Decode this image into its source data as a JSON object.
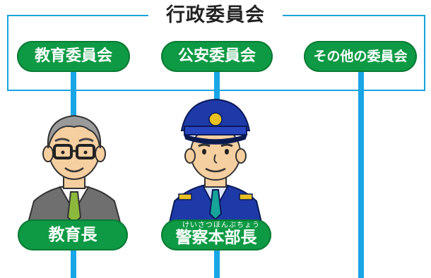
{
  "title": "行政委員会",
  "committees": [
    {
      "label": "教育委員会"
    },
    {
      "label": "公安委員会"
    },
    {
      "label": "その他の委員会"
    }
  ],
  "officials": [
    {
      "label": "教育長"
    },
    {
      "label": "警察本部長",
      "furigana": "けいさつほんぶちょう"
    }
  ],
  "colors": {
    "pill_green": "#0e9a45",
    "line_blue": "#18a6e6",
    "police_blue": "#1e3aa8"
  },
  "icons": [
    "education-superintendent-illustration",
    "police-chief-illustration"
  ]
}
